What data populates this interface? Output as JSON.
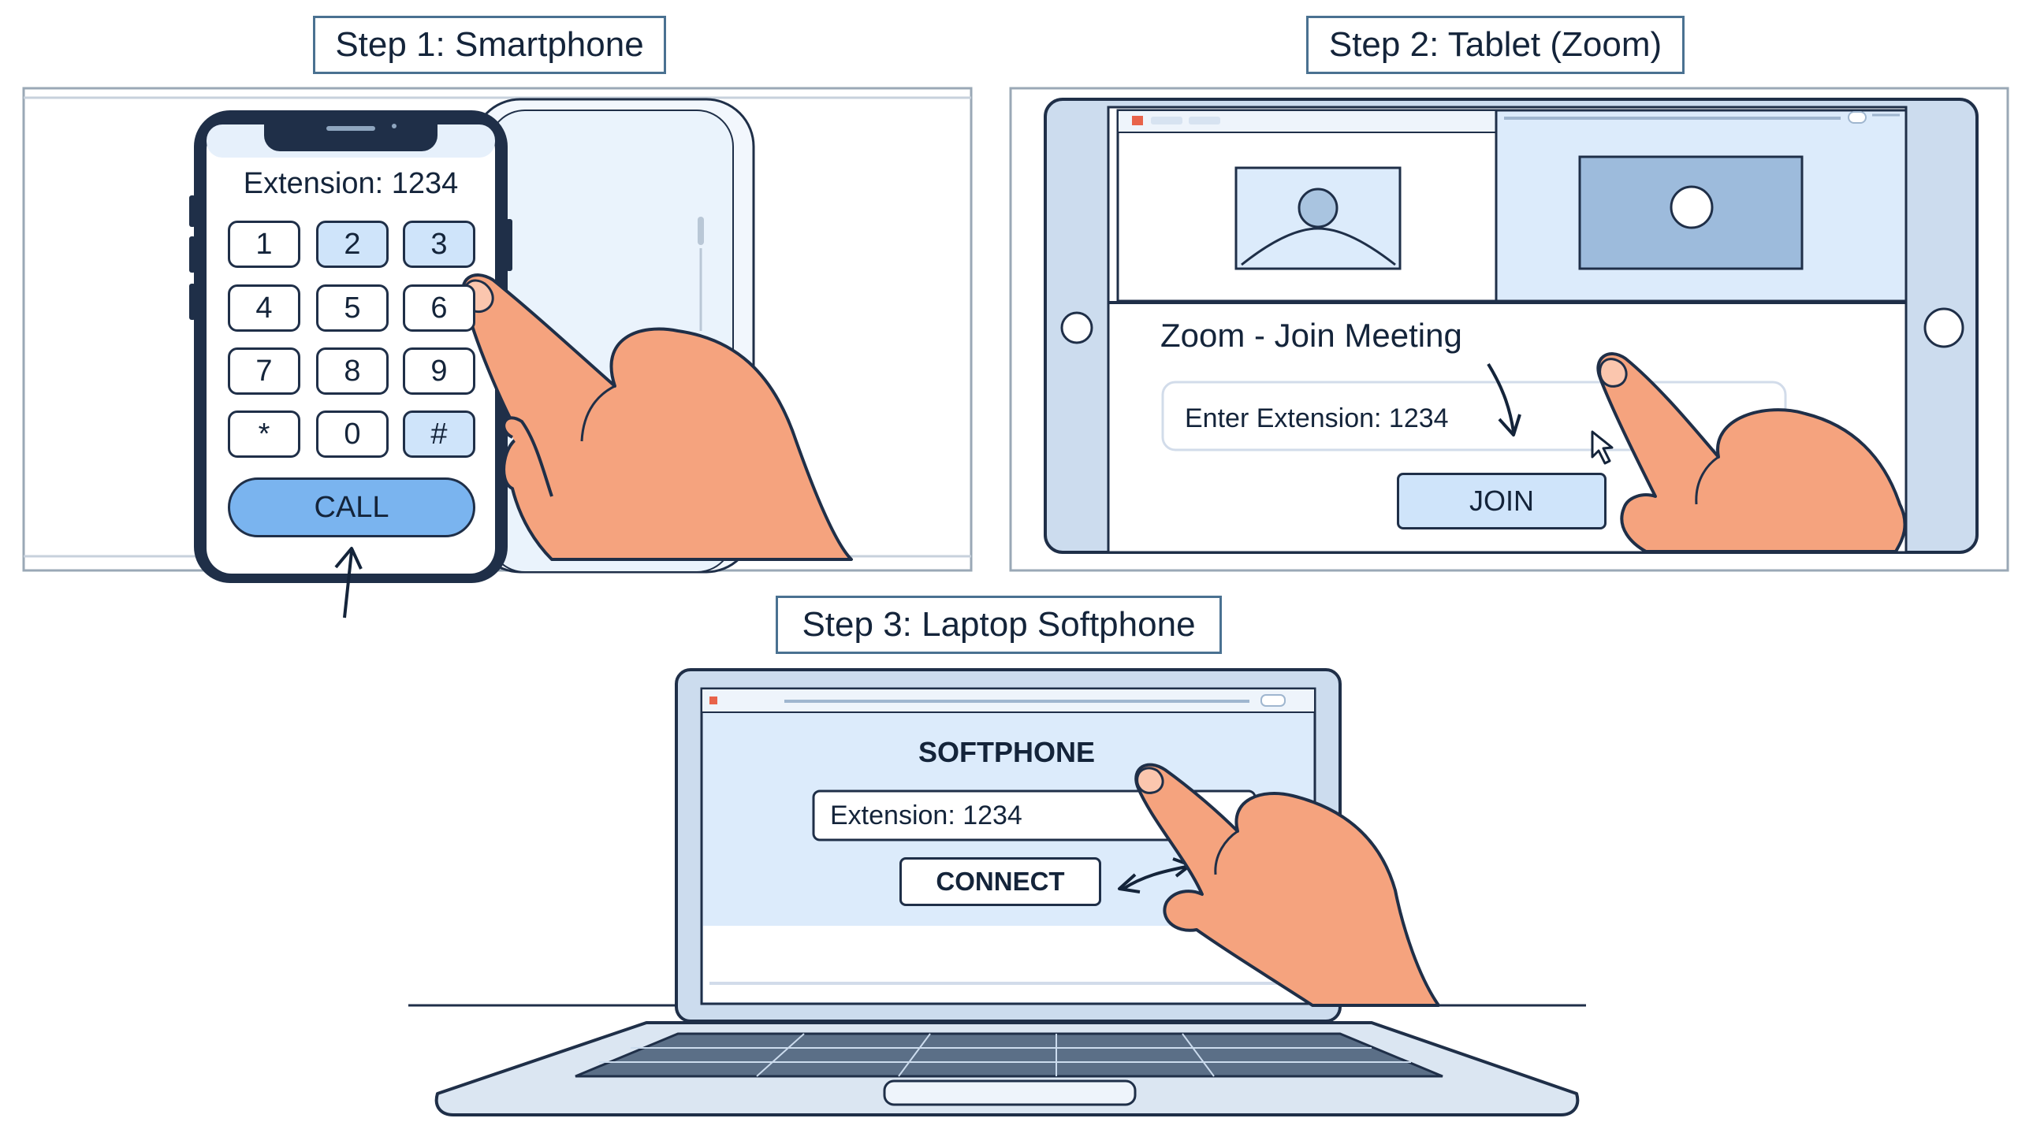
{
  "steps": {
    "step1_label": "Step 1: Smartphone",
    "step2_label": "Step 2: Tablet (Zoom)",
    "step3_label": "Step 3: Laptop Softphone"
  },
  "phone": {
    "extension_text": "Extension: 1234",
    "keys": [
      "1",
      "2",
      "3",
      "4",
      "5",
      "6",
      "7",
      "8",
      "9",
      "*",
      "0",
      "#"
    ],
    "call_label": "CALL"
  },
  "tablet": {
    "meeting_title": "Zoom - Join Meeting",
    "extension_field": "Enter Extension: 1234",
    "join_label": "JOIN"
  },
  "laptop": {
    "app_title": "SOFTPHONE",
    "extension_field": "Extension: 1234",
    "connect_label": "CONNECT"
  },
  "colors": {
    "outline": "#1f2f48",
    "screen_blue": "#dcebfb",
    "button_blue": "#7ab4ef",
    "hand_skin": "#f5a37e",
    "label_border": "#4a7191"
  },
  "icons": [
    "finger-hand-icon",
    "arrow-icon",
    "mouse-cursor-icon",
    "person-avatar-icon"
  ]
}
